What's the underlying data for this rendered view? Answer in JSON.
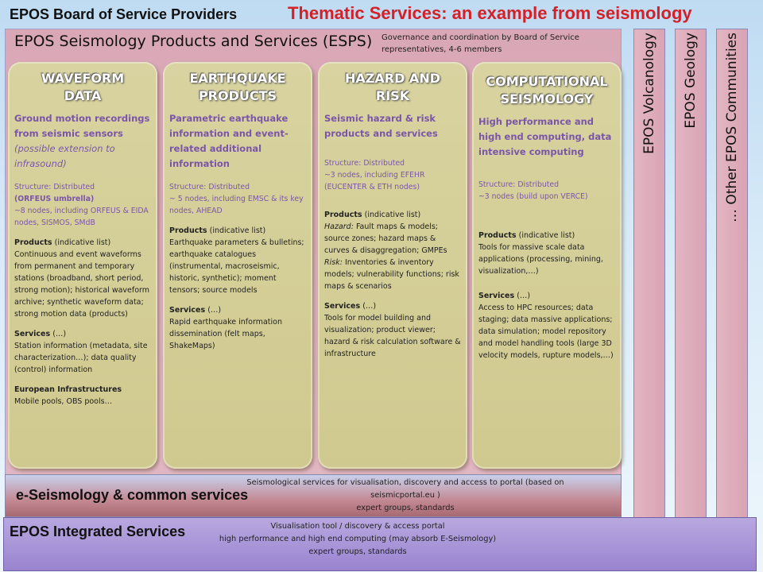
{
  "header": {
    "board_title": "EPOS Board of Service Providers",
    "thematic_title": "Thematic Services: an example from seismology"
  },
  "esps": {
    "title": "EPOS Seismology Products and Services (ESPS)",
    "governance": "Governance and coordination by Board of Service representatives, 4-6 members"
  },
  "cards": [
    {
      "title_lines": [
        "WAVEFORM",
        "DATA"
      ],
      "lead": "Ground motion recordings from seismic sensors",
      "lead_italic": "(possible extension to infrasound)",
      "structure_label": "Structure: Distributed",
      "structure_bold": "(ORFEUS umbrella)",
      "structure_detail": "~8 nodes, including ORFEUS & EIDA nodes, SISMOS, SMdB",
      "products_label": "Products",
      "products_note": "(indicative list)",
      "products_text": "Continuous and event waveforms from permanent and temporary stations (broadband, short period, strong motion); historical waveform archive; synthetic waveform data; strong motion data (products)",
      "services_label": "Services",
      "services_note": "(…)",
      "services_text": "Station information (metadata, site characterization…); data quality (control) information",
      "extra_label": "European Infrastructures",
      "extra_text": "Mobile pools, OBS pools…"
    },
    {
      "title_lines": [
        "EARTHQUAKE",
        "PRODUCTS"
      ],
      "lead": "Parametric earthquake information and event-related additional information",
      "structure_label": "Structure: Distributed",
      "structure_detail": "~ 5 nodes, including EMSC & its key nodes, AHEAD",
      "products_label": "Products",
      "products_note": "(indicative list)",
      "products_text": "Earthquake parameters & bulletins; earthquake catalogues (instrumental, macroseismic, historic, synthetic); moment tensors; source models",
      "services_label": "Services",
      "services_note": "(…)",
      "services_text": "Rapid earthquake information dissemination (felt maps, ShakeMaps)"
    },
    {
      "title_lines": [
        "HAZARD AND",
        "RISK"
      ],
      "lead": "Seismic hazard & risk products and services",
      "structure_label": "Structure: Distributed",
      "structure_detail": "~3 nodes, including EFEHR (EUCENTER & ETH nodes)",
      "products_label": "Products",
      "products_note": "(indicative list)",
      "hazard_label": "Hazard:",
      "hazard_text": "Fault maps & models; source zones; hazard maps & curves & disaggregation; GMPEs",
      "risk_label": "Risk:",
      "risk_text": "Inventories & inventory models; vulnerability functions; risk maps & scenarios",
      "services_label": "Services",
      "services_note": "(…)",
      "services_text": "Tools for model building and visualization; product viewer; hazard & risk calculation software & infrastructure"
    },
    {
      "title_lines": [
        "COMPUTATIONAL",
        "SEISMOLOGY"
      ],
      "lead": "High performance and high end computing, data intensive computing",
      "structure_label": "Structure: Distributed",
      "structure_detail": "~3 nodes  (build upon VERCE)",
      "products_label": "Products",
      "products_note": "(indicative list)",
      "products_text": "Tools for massive scale data applications (processing, mining, visualization,…)",
      "services_label": "Services",
      "services_note": "(…)",
      "services_text": "Access to HPC resources; data staging; data massive applications; data simulation; model repository and model handling tools (large 3D velocity models, rupture models,…)"
    }
  ],
  "eseismology": {
    "title": "e-Seismology & common services",
    "line1": "Seismological services for visualisation, discovery and access to portal (based on seismicportal.eu )",
    "line2": "expert groups, standards"
  },
  "integrated": {
    "title": "EPOS Integrated Services",
    "line1": "Visualisation tool / discovery & access portal",
    "line2": "high performance and high end computing (may absorb E-Seismology)",
    "line3": "expert groups, standards"
  },
  "side_columns": [
    {
      "label": "EPOS Volcanology"
    },
    {
      "label": "EPOS Geology"
    },
    {
      "label": "… Other EPOS Communities"
    }
  ]
}
